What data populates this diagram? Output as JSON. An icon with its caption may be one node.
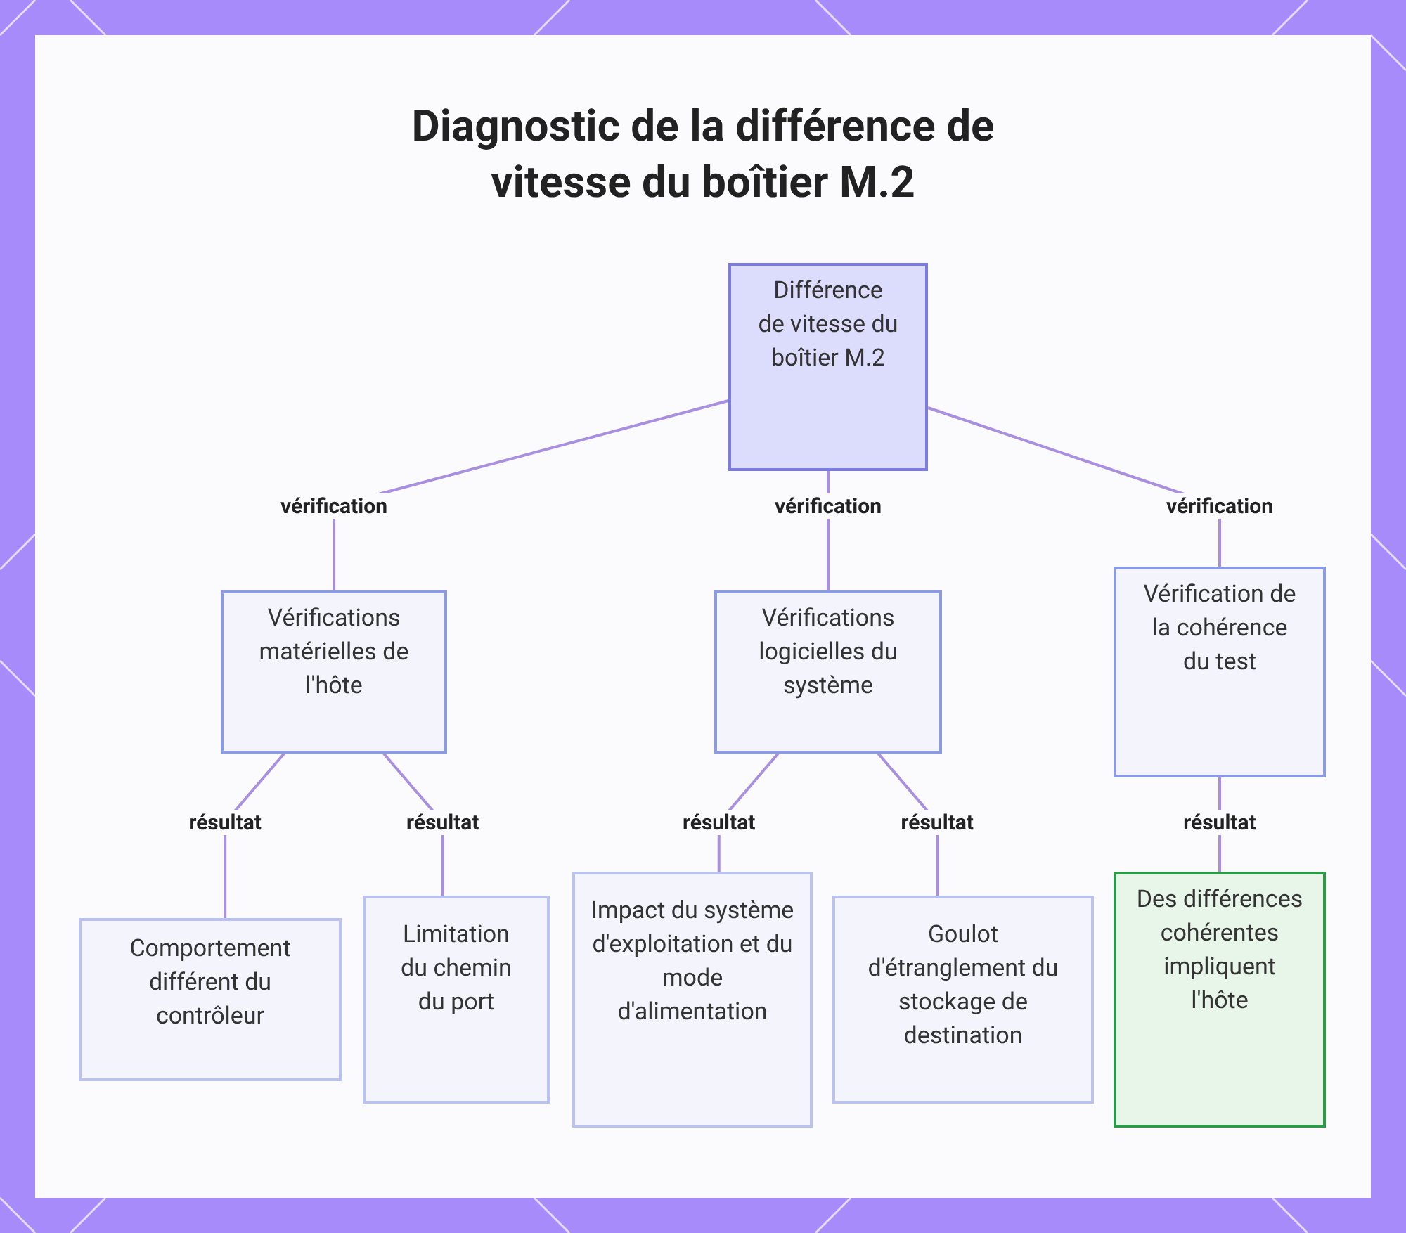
{
  "diagram": {
    "title": "Diagnostic de la différence de vitesse du boîtier M.2",
    "nodes": [
      {
        "text": [
          "Différence de vitesse du boîtier M.2"
        ]
      },
      {
        "text": [
          "Vérifications matérielles de l'hôte"
        ]
      },
      {
        "text": [
          "Vérifications logicielles du système"
        ]
      },
      {
        "text": [
          "Vérification de la cohérence du test"
        ]
      },
      {
        "text": [
          "Comportement différent du contrôleur"
        ]
      },
      {
        "text": [
          "Limitation du chemin du port"
        ]
      },
      {
        "text": [
          "Impact du système d'exploitation et du mode d'alimentation"
        ]
      },
      {
        "text": [
          "Goulot d'étranglement du stockage de destination"
        ]
      },
      {
        "text": [
          "Des différences cohérentes impliquent l'hôte"
        ]
      }
    ],
    "edges": [
      {
        "from": 0,
        "to": 1,
        "arrow": "none",
        "label": "vérification"
      },
      {
        "from": 0,
        "to": 2,
        "arrow": "none",
        "label": "vérification"
      },
      {
        "from": 0,
        "to": 3,
        "arrow": "none",
        "label": "vérification"
      },
      {
        "from": 1,
        "to": 4,
        "arrow": "none",
        "label": "résultat"
      },
      {
        "from": 1,
        "to": 5,
        "arrow": "none",
        "label": "résultat"
      },
      {
        "from": 2,
        "to": 6,
        "arrow": "none",
        "label": "résultat"
      },
      {
        "from": 2,
        "to": 7,
        "arrow": "none",
        "label": "résultat"
      },
      {
        "from": 3,
        "to": 8,
        "arrow": "none",
        "label": "résultat"
      }
    ]
  }
}
